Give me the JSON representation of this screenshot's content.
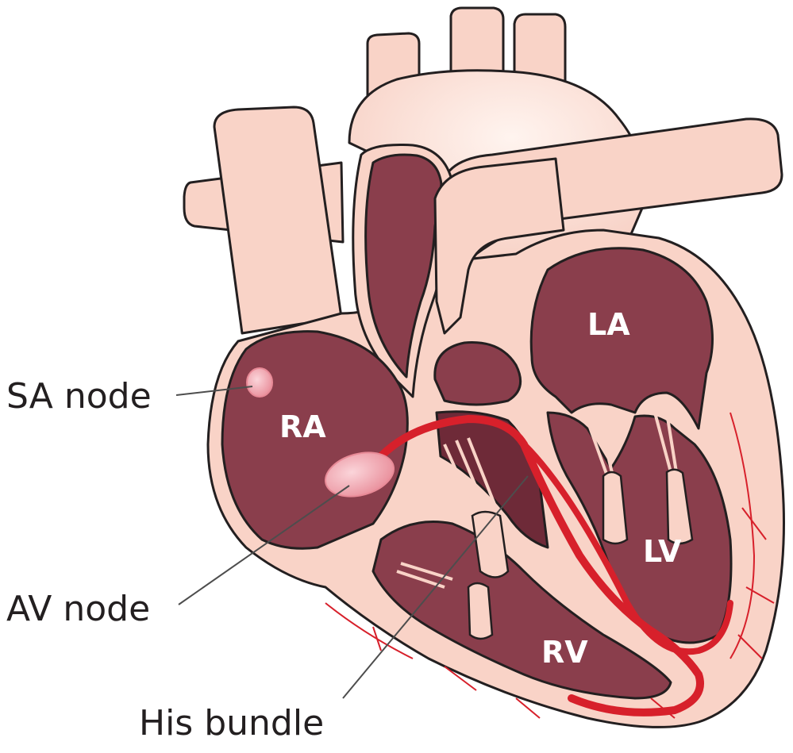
{
  "labels": {
    "sa_node": "SA node",
    "av_node": "AV node",
    "his_bundle": "His bundle"
  },
  "chambers": {
    "ra": "RA",
    "la": "LA",
    "lv": "LV",
    "rv": "RV"
  },
  "colors": {
    "outline": "#231f20",
    "tissue": "#f9d3c7",
    "tissue_light": "#fde9e1",
    "chamber": "#8a3e4c",
    "chamber_dark": "#6e2a38",
    "conduction": "#d7202b",
    "node": "#f2a7b0",
    "leader": "#4d4d4d"
  }
}
